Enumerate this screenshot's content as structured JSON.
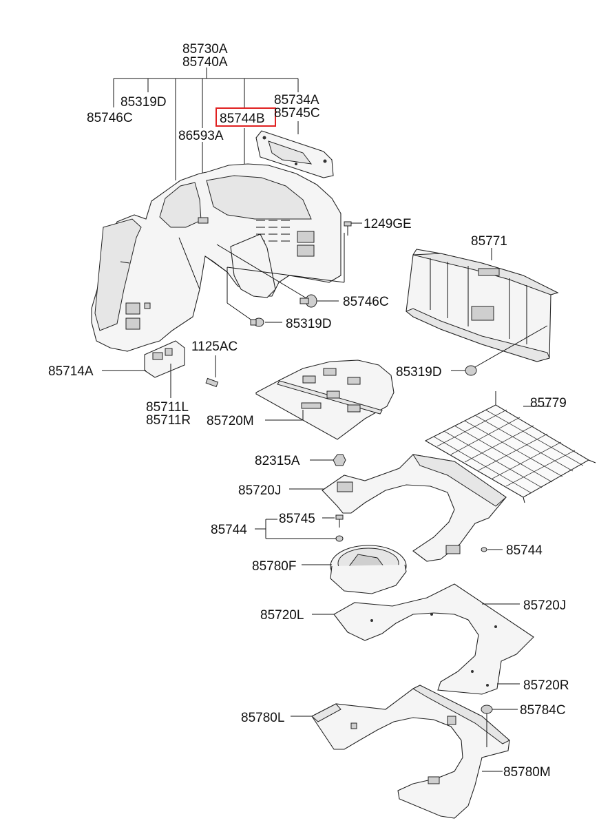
{
  "labels": {
    "l85730A": "85730A",
    "l85740A": "85740A",
    "l85319D_top": "85319D",
    "l85746C_top": "85746C",
    "l85734A": "85734A",
    "l85745C": "85745C",
    "l85744B": "85744B",
    "l86593A": "86593A",
    "l1249GE": "1249GE",
    "l85771": "85771",
    "l85746C_mid": "85746C",
    "l85319D_mid": "85319D",
    "l1125AC": "1125AC",
    "l85714A": "85714A",
    "l85319D_right": "85319D",
    "l85711L": "85711L",
    "l85711R": "85711R",
    "l85720M": "85720M",
    "l85779": "85779",
    "l82315A": "82315A",
    "l85720J_a": "85720J",
    "l85745": "85745",
    "l85744_left": "85744",
    "l85744_right": "85744",
    "l85780F": "85780F",
    "l85720L": "85720L",
    "l85720J_b": "85720J",
    "l85720R": "85720R",
    "l85784C": "85784C",
    "l85780L": "85780L",
    "l85780M": "85780M"
  },
  "highlight": {
    "label": "85744B",
    "color": "#e02020"
  }
}
